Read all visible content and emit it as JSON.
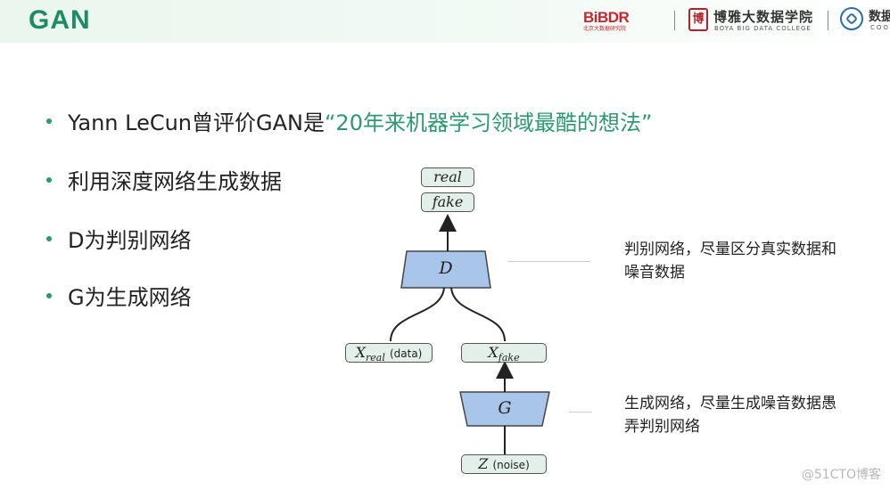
{
  "header": {
    "title": "GAN",
    "logos": {
      "bibdr": "BiBDR",
      "bibdr_sub": "北京大数据研究院",
      "boya_name": "博雅大数据学院",
      "boya_en": "BOYA BIG DATA COLLEGE",
      "boya_seal": "博",
      "right_partial": "数据",
      "right_partial_en": "COO"
    },
    "colors": {
      "title": "#1f8a66",
      "accent": "#2c9a70",
      "logo_red": "#c8262e"
    }
  },
  "bullets": [
    {
      "text": "Yann LeCun曾评价GAN是",
      "highlight": "“20年来机器学习领域最酷的想法”"
    },
    {
      "text": "利用深度网络生成数据"
    },
    {
      "text": "D为判别网络"
    },
    {
      "text": "G为生成网络"
    }
  ],
  "diagram": {
    "out_real": "real",
    "out_fake": "fake",
    "discriminator": "D",
    "x_real_var": "X",
    "x_real_sub": "real",
    "x_real_note": "(data)",
    "x_fake_var": "X",
    "x_fake_sub": "fake",
    "generator": "G",
    "z_var": "Z",
    "z_note": "(noise)"
  },
  "notes": {
    "discriminator": "判别网络，尽量区分真实数据和噪音数据",
    "generator": "生成网络，尽量生成噪音数据愚弄判别网络"
  },
  "watermark": "@51CTO博客"
}
